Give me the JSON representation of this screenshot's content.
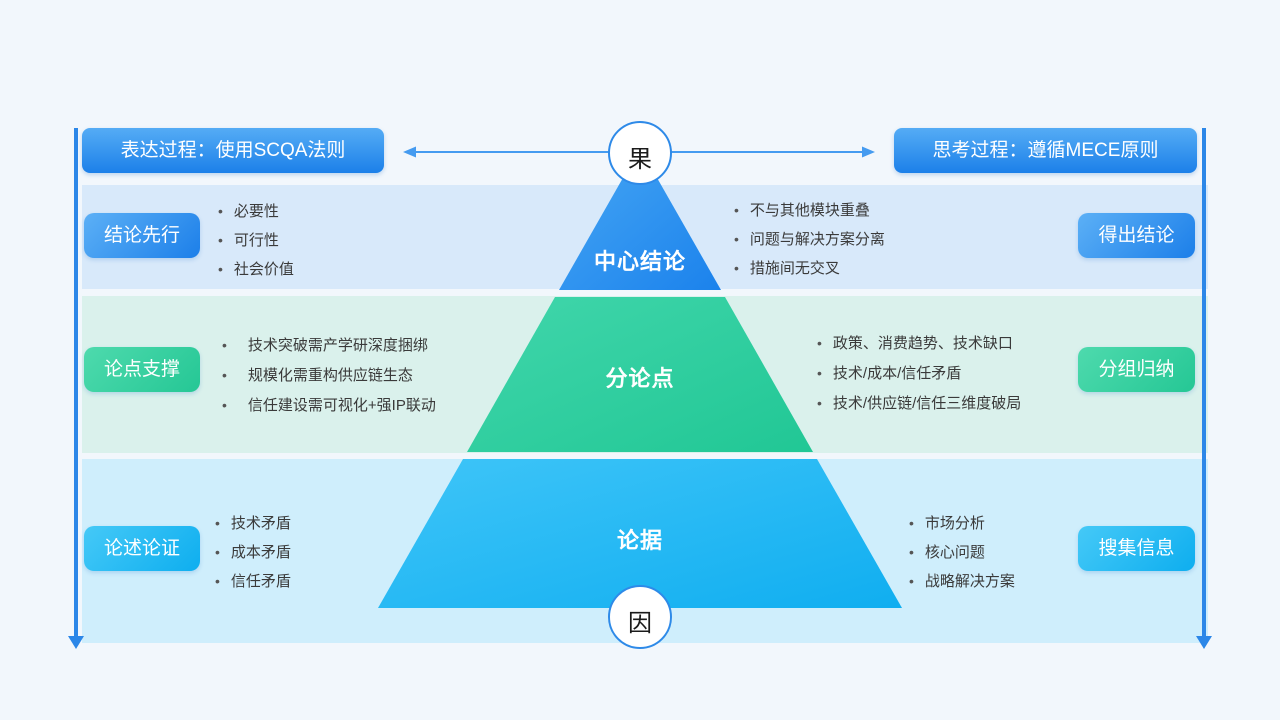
{
  "banners": {
    "left_label": "表达过程：使用SCQA法则",
    "right_label": "思考过程：遵循MECE原则"
  },
  "pyramid": {
    "top_circle_label": "果",
    "bottom_circle_label": "因",
    "layers": [
      {
        "label": "中心结论"
      },
      {
        "label": "分论点"
      },
      {
        "label": "论据"
      }
    ]
  },
  "rows": [
    {
      "left_label": "结论先行",
      "left_bullets": [
        "必要性",
        "可行性",
        "社会价值"
      ],
      "right_bullets": [
        "不与其他模块重叠",
        "问题与解决方案分离",
        "措施间无交叉"
      ],
      "right_label": "得出结论"
    },
    {
      "left_label": "论点支撑",
      "left_bullets": [
        "技术突破需产学研深度捆绑",
        "规模化需重构供应链生态",
        "信任建设需可视化+强IP联动"
      ],
      "right_bullets": [
        "政策、消费趋势、技术缺口",
        "技术/成本/信任矛盾",
        "技术/供应链/信任三维度破局"
      ],
      "right_label": "分组归纳"
    },
    {
      "left_label": "论述论证",
      "left_bullets": [
        "技术矛盾",
        "成本矛盾",
        "信任矛盾"
      ],
      "right_bullets": [
        "市场分析",
        "核心问题",
        "战略解决方案"
      ],
      "right_label": "搜集信息"
    }
  ],
  "colors": {
    "accent_blue": "#1d80ea",
    "accent_green": "#27c795",
    "accent_cyan": "#14b0f1",
    "guide_line_blue": "#2c87e8",
    "band_blue": "#d8e9fa",
    "band_green": "#daf1ec",
    "band_cyan": "#cfeefc"
  }
}
